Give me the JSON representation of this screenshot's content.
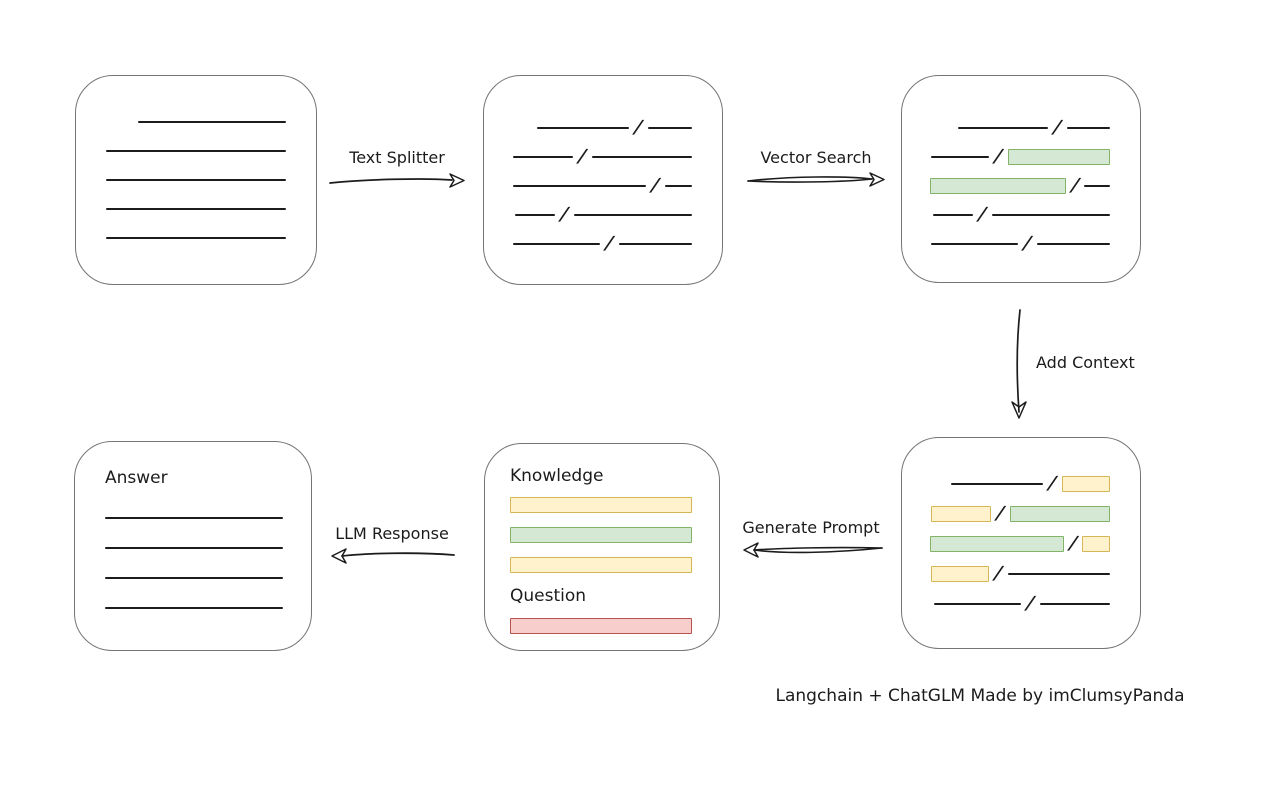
{
  "diagram": {
    "caption": "Langchain + ChatGLM Made by imClumsyPanda",
    "colors": {
      "green_fill": "#d5e8d4",
      "green_stroke": "#82b366",
      "yellow_fill": "#fff2cc",
      "yellow_stroke": "#d6b656",
      "red_fill": "#f8cecc",
      "red_stroke": "#b85450",
      "box_stroke": "#757575",
      "line": "#1c1c1c",
      "text": "#1b1b1b"
    },
    "arrows": {
      "text_splitter": {
        "label": "Text Splitter",
        "direction": "right"
      },
      "vector_search": {
        "label": "Vector Search",
        "direction": "right"
      },
      "add_context": {
        "label": "Add Context",
        "direction": "down"
      },
      "generate_prompt": {
        "label": "Generate Prompt",
        "direction": "left"
      },
      "llm_response": {
        "label": "LLM Response",
        "direction": "left"
      }
    },
    "boxes": {
      "source_document": {
        "rows": [
          [
            {
              "t": "line",
              "w": 148
            }
          ],
          [
            {
              "t": "line",
              "w": 180
            }
          ],
          [
            {
              "t": "line",
              "w": 180
            }
          ],
          [
            {
              "t": "line",
              "w": 180
            }
          ],
          [
            {
              "t": "line",
              "w": 180
            }
          ]
        ]
      },
      "split_chunks": {
        "rows": [
          [
            {
              "t": "line",
              "w": 92
            },
            {
              "t": "slash"
            },
            {
              "t": "line",
              "w": 44
            }
          ],
          [
            {
              "t": "line",
              "w": 60
            },
            {
              "t": "slash"
            },
            {
              "t": "line",
              "w": 100
            }
          ],
          [
            {
              "t": "line",
              "w": 133
            },
            {
              "t": "slash"
            },
            {
              "t": "line",
              "w": 27
            }
          ],
          [
            {
              "t": "line",
              "w": 40
            },
            {
              "t": "slash"
            },
            {
              "t": "line",
              "w": 118
            }
          ],
          [
            {
              "t": "line",
              "w": 87
            },
            {
              "t": "slash"
            },
            {
              "t": "line",
              "w": 73
            }
          ]
        ]
      },
      "matched_chunks": {
        "rows": [
          [
            {
              "t": "line",
              "w": 90
            },
            {
              "t": "slash"
            },
            {
              "t": "line",
              "w": 43
            }
          ],
          [
            {
              "t": "line",
              "w": 58
            },
            {
              "t": "slash"
            },
            {
              "t": "rect",
              "c": "green",
              "w": 102
            }
          ],
          [
            {
              "t": "rect",
              "c": "green",
              "w": 136
            },
            {
              "t": "slash"
            },
            {
              "t": "line",
              "w": 26
            }
          ],
          [
            {
              "t": "line",
              "w": 40
            },
            {
              "t": "slash"
            },
            {
              "t": "line",
              "w": 118
            }
          ],
          [
            {
              "t": "line",
              "w": 87
            },
            {
              "t": "slash"
            },
            {
              "t": "line",
              "w": 73
            }
          ]
        ]
      },
      "context_chunks": {
        "rows": [
          [
            {
              "t": "line",
              "w": 92
            },
            {
              "t": "slash"
            },
            {
              "t": "rect",
              "c": "yellow",
              "w": 48
            }
          ],
          [
            {
              "t": "rect",
              "c": "yellow",
              "w": 60
            },
            {
              "t": "slash"
            },
            {
              "t": "rect",
              "c": "green",
              "w": 100
            }
          ],
          [
            {
              "t": "rect",
              "c": "green",
              "w": 136
            },
            {
              "t": "slash"
            },
            {
              "t": "rect",
              "c": "yellow",
              "w": 28
            }
          ],
          [
            {
              "t": "rect",
              "c": "yellow",
              "w": 58
            },
            {
              "t": "slash"
            },
            {
              "t": "line",
              "w": 102
            }
          ],
          [
            {
              "t": "line",
              "w": 87
            },
            {
              "t": "slash"
            },
            {
              "t": "line",
              "w": 70
            }
          ]
        ]
      },
      "prompt": {
        "knowledge_label": "Knowledge",
        "knowledge_bars": [
          "yellow",
          "green",
          "yellow"
        ],
        "question_label": "Question",
        "question_bars": [
          "red"
        ]
      },
      "answer": {
        "label": "Answer",
        "lines": 4
      }
    }
  }
}
